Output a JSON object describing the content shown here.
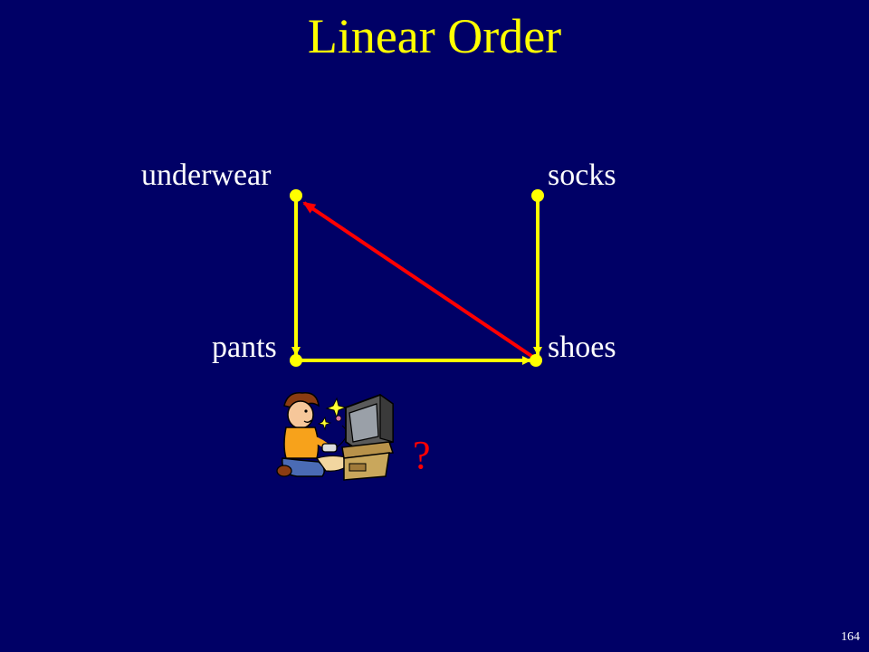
{
  "title": "Linear Order",
  "nodes": {
    "underwear": "underwear",
    "socks": "socks",
    "pants": "pants",
    "shoes": "shoes"
  },
  "question_mark": "?",
  "page_number": "164",
  "colors": {
    "background": "#000066",
    "title": "#ffff00",
    "edge": "#ffff00",
    "highlight_edge": "#ff0000",
    "label": "#ffffff"
  },
  "icons": [
    "boy-playing-video-game-icon"
  ]
}
